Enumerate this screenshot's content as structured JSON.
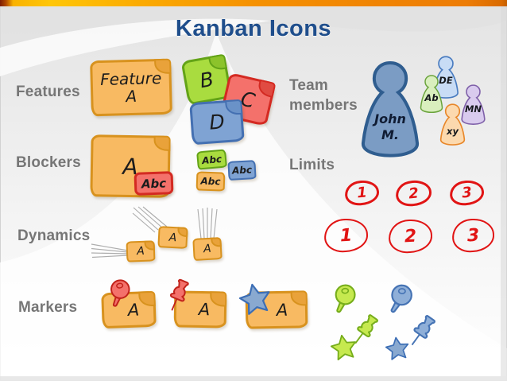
{
  "title": "Kanban Icons",
  "sections": {
    "features": {
      "label": "Features"
    },
    "blockers": {
      "label": "Blockers"
    },
    "dynamics": {
      "label": "Dynamics"
    },
    "markers": {
      "label": "Markers"
    },
    "team": {
      "label": "Team members"
    },
    "limits": {
      "label": "Limits"
    }
  },
  "features": {
    "main_note": {
      "line1": "Feature",
      "line2": "A"
    },
    "note_b": "B",
    "note_c": "C",
    "note_d": "D"
  },
  "blockers": {
    "main_note": "A",
    "tag": "Abc",
    "small_notes": [
      "Abc",
      "Abc",
      "Abc"
    ]
  },
  "team": {
    "lead": {
      "line1": "John",
      "line2": "M."
    },
    "members": [
      {
        "label": "DE"
      },
      {
        "label": "Ab"
      },
      {
        "label": "MN"
      },
      {
        "label": "xy"
      }
    ]
  },
  "limits": {
    "row1": [
      "1",
      "2",
      "3"
    ],
    "row2": [
      "1",
      "2",
      "3"
    ]
  },
  "dynamics": {
    "notes": [
      "A",
      "A",
      "A"
    ]
  },
  "markers": {
    "notes": [
      "A",
      "A",
      "A"
    ]
  },
  "icons": {
    "pawn": "game-pawn",
    "round_pin": "round-pin",
    "push_pin": "push-pin",
    "star": "star-marker",
    "motion_lines": "motion-lines",
    "limit_circle": "hand-drawn-red-circle"
  },
  "colors": {
    "accent_bar": "#F08404",
    "title_blue": "#1F4E8C",
    "label_gray": "#767676",
    "note_orange": "#F8BA62",
    "note_green": "#A9DC3F",
    "note_red": "#F4716B",
    "note_blue": "#7FA3D3",
    "limit_red": "#E11414",
    "pawn_blue": "#7B9CC4"
  }
}
